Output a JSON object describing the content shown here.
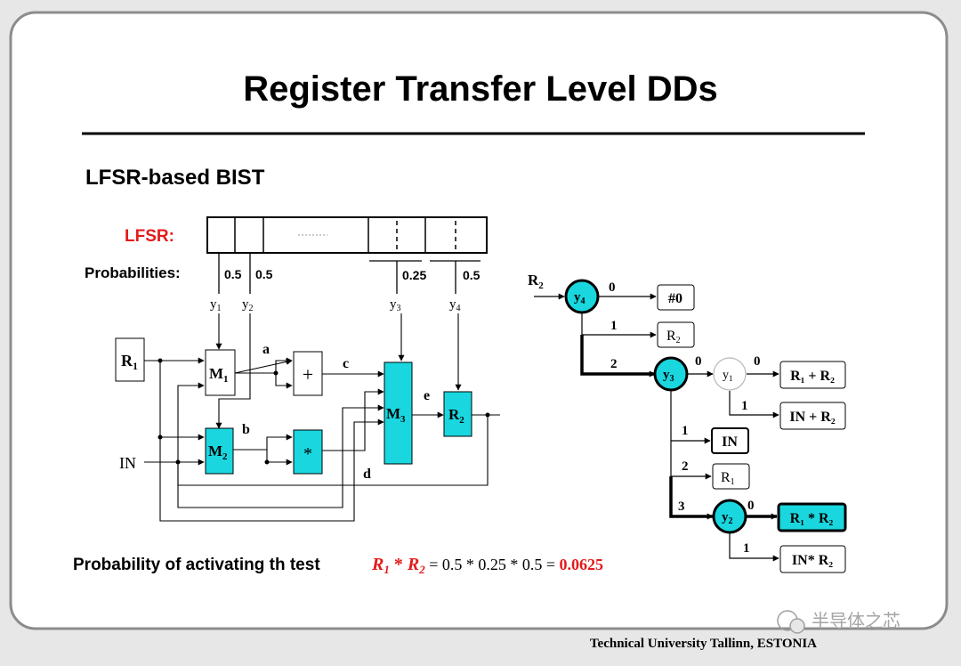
{
  "slide": {
    "title": "Register Transfer Level DDs",
    "subtitle": "LFSR-based BIST",
    "footer": "Technical University Tallinn, ESTONIA",
    "watermark": "半导体之芯"
  },
  "colors": {
    "accent_red": "#e31b1b",
    "highlight_cyan": "#1ad7df",
    "text": "#000000",
    "border": "#8c8c8c"
  },
  "circuit": {
    "lfsr_label": "LFSR:",
    "probabilities_label": "Probabilities:",
    "prob_y1": "0.5",
    "prob_y2": "0.5",
    "prob_y3": "0.25",
    "prob_y4": "0.5",
    "sig_y1": "y",
    "sig_y1_sub": "1",
    "sig_y2": "y",
    "sig_y2_sub": "2",
    "sig_y3": "y",
    "sig_y3_sub": "3",
    "sig_y4": "y",
    "sig_y4_sub": "4",
    "input_r1": "R",
    "input_r1_sub": "1",
    "input_in": "IN",
    "mux1": "M",
    "mux1_sub": "1",
    "mux2": "M",
    "mux2_sub": "2",
    "mux3": "M",
    "mux3_sub": "3",
    "adder": "+",
    "multiplier": "*",
    "reg_r2": "R",
    "reg_r2_sub": "2",
    "wire_a": "a",
    "wire_b": "b",
    "wire_c": "c",
    "wire_d": "d",
    "wire_e": "e"
  },
  "dd": {
    "root_label": "R",
    "root_label_sub": "2",
    "node_y4": "y",
    "node_y4_sub": "4",
    "node_y3": "y",
    "node_y3_sub": "3",
    "node_y1": "y",
    "node_y1_sub": "1",
    "node_y2": "y",
    "node_y2_sub": "2",
    "edge_y4_0": "0",
    "edge_y4_1": "1",
    "edge_y4_2": "2",
    "edge_y3_0": "0",
    "edge_y3_1": "1",
    "edge_y3_2": "2",
    "edge_y3_3": "3",
    "edge_y1_0": "0",
    "edge_y1_1": "1",
    "edge_y2_0": "0",
    "edge_y2_1": "1",
    "term_zero": "#0",
    "term_r2": "R",
    "term_r2_sub": "2",
    "term_r1_plus_r2": "R₁ + R₂",
    "term_in_plus_r2": "IN + R₂",
    "term_in": "IN",
    "term_r1": "R",
    "term_r1_sub": "1",
    "term_r1_times_r2": "R₁ * R₂",
    "term_in_times_r2": "IN* R₂"
  },
  "formula": {
    "label": "Probability of activating th test",
    "var_r": "R",
    "sub_1": "1",
    "times": " * ",
    "sub_2": "2",
    "expression": " = 0.5 * 0.25 * 0.5 = ",
    "result": "0.0625"
  }
}
